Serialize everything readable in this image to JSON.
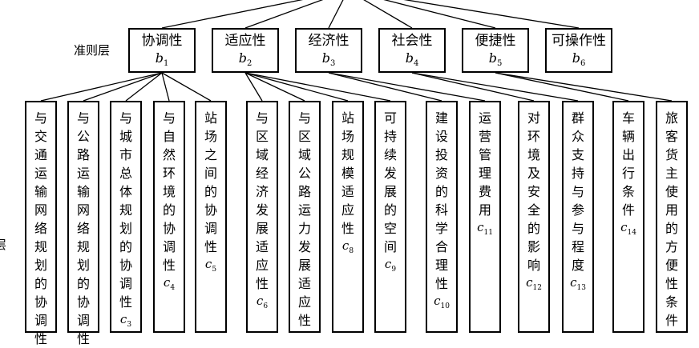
{
  "layers": {
    "criterion_label": "准则层",
    "indicator_label_fragment": "层"
  },
  "criteria": [
    {
      "name": "协调性",
      "letter": "b",
      "sub": "1"
    },
    {
      "name": "适应性",
      "letter": "b",
      "sub": "2"
    },
    {
      "name": "经济性",
      "letter": "b",
      "sub": "3"
    },
    {
      "name": "社会性",
      "letter": "b",
      "sub": "4"
    },
    {
      "name": "便捷性",
      "letter": "b",
      "sub": "5"
    },
    {
      "name": "可操作性",
      "letter": "b",
      "sub": "6"
    }
  ],
  "indicators": [
    {
      "text": "与交通运输网络规划的协调性",
      "letter": "",
      "sub": "",
      "parent": 1
    },
    {
      "text": "与公路运输网络规划的协调性",
      "letter": "",
      "sub": "",
      "parent": 1
    },
    {
      "text": "与城市总体规划的协调性",
      "letter": "c",
      "sub": "3",
      "parent": 1
    },
    {
      "text": "与自然环境的协调性",
      "letter": "c",
      "sub": "4",
      "parent": 1
    },
    {
      "text": "站场之间的协调性",
      "letter": "c",
      "sub": "5",
      "parent": 1
    },
    {
      "text": "与区域经济发展适应性",
      "letter": "c",
      "sub": "6",
      "parent": 2
    },
    {
      "text": "与区域公路运力发展适应性",
      "letter": "",
      "sub": "",
      "parent": 2
    },
    {
      "text": "站场规模适应性",
      "letter": "c",
      "sub": "8",
      "parent": 2
    },
    {
      "text": "可持续发展的空间",
      "letter": "c",
      "sub": "9",
      "parent": 2
    },
    {
      "text": "建设投资的科学合理性",
      "letter": "c",
      "sub": "10",
      "parent": 3
    },
    {
      "text": "运营管理费用",
      "letter": "c",
      "sub": "11",
      "parent": 3
    },
    {
      "text": "对环境及安全的影响",
      "letter": "c",
      "sub": "12",
      "parent": 4
    },
    {
      "text": "群众支持与参与程度",
      "letter": "c",
      "sub": "13",
      "parent": 4
    },
    {
      "text": "车辆出行条件",
      "letter": "c",
      "sub": "14",
      "parent": 5
    },
    {
      "text": "旅客货主使用的方便性条件",
      "letter": "",
      "sub": "",
      "parent": 5
    }
  ]
}
